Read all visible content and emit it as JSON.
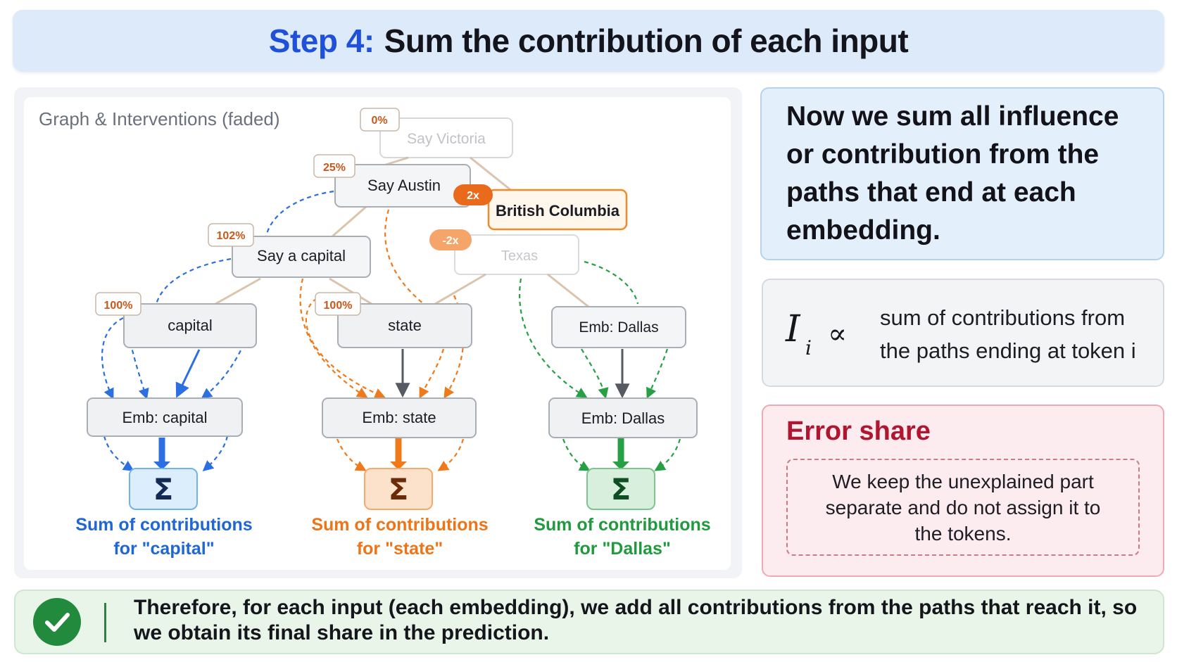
{
  "header": {
    "step_label": "Step 4:",
    "title": "Sum the contribution of each input"
  },
  "graph": {
    "title": "Graph & Interventions (faded)",
    "nodes": {
      "say_victoria": "Say Victoria",
      "say_austin": "Say Austin",
      "british_columbia": "British Columbia",
      "texas": "Texas",
      "say_capital": "Say a capital",
      "capital": "capital",
      "state": "state",
      "emb_dallas_top": "Emb: Dallas",
      "emb_capital": "Emb: capital",
      "emb_state": "Emb: state",
      "emb_dallas": "Emb: Dallas"
    },
    "badges": {
      "say_victoria": "0%",
      "say_austin": "25%",
      "say_capital": "102%",
      "capital": "100%",
      "state": "100%",
      "british_columbia": "2x",
      "texas": "-2x"
    },
    "sums": {
      "symbol": "Σ",
      "capital": {
        "line1": "Sum of contributions",
        "line2": "for \"capital\""
      },
      "state": {
        "line1": "Sum of contributions",
        "line2": "for \"state\""
      },
      "dallas": {
        "line1": "Sum of contributions",
        "line2": "for \"Dallas\""
      }
    }
  },
  "colors": {
    "capital": "#2b6fe0",
    "state": "#f07a1a",
    "dallas": "#27a045",
    "accent": "#1f50d9",
    "error": "#b01630"
  },
  "sum_card": {
    "text": "Now we sum all influence or contribution from the paths that end at each embedding."
  },
  "formula": {
    "variable": "I",
    "subscript": "i",
    "proportional": "∝",
    "description": "sum of contributions from the paths ending at token i"
  },
  "error": {
    "title": "Error share",
    "text": "We keep the unexplained part separate and do not assign it to the tokens."
  },
  "footer": {
    "icon": "check-icon",
    "text": "Therefore, for each input (each embedding), we add all contributions from the paths that reach it, so we obtain its final share in the prediction."
  }
}
